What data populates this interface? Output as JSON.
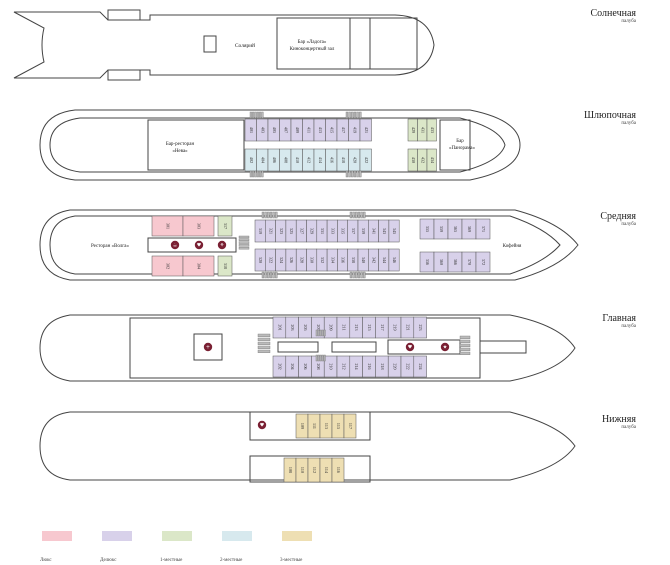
{
  "colors": {
    "lux": "#f7c8cf",
    "deluxe": "#d8d1ea",
    "single": "#dbe7c8",
    "double": "#d7e9ee",
    "triple": "#eedfb3",
    "hull": "#ffffff",
    "stroke": "#444444",
    "accent": "#7a2033"
  },
  "decks": [
    {
      "name": "Солнечная",
      "sub": "палуба"
    },
    {
      "name": "Шлюпочная",
      "sub": "палуба"
    },
    {
      "name": "Средняя",
      "sub": "палуба"
    },
    {
      "name": "Главная",
      "sub": "палуба"
    },
    {
      "name": "Нижняя",
      "sub": "палуба"
    }
  ],
  "places": {
    "solarium": "Солярий",
    "bar_ladoga": "Бар «Ладога»\nКиноконцертный зал",
    "bar_neva": "Бар-ресторан\n«Нева»",
    "bar_panorama": "Бар\n«Панорама»",
    "restaurant_volga": "Ресторан «Волга»",
    "coffee": "Кофейня"
  },
  "cabins": {
    "boat_top_lux": [
      "401",
      "403",
      "405",
      "407",
      "409",
      "411",
      "413",
      "415",
      "417",
      "419",
      "421"
    ],
    "boat_bottom_lux": [
      "402",
      "404",
      "406",
      "408",
      "410",
      "412",
      "414",
      "416",
      "418",
      "420",
      "422"
    ],
    "boat_right_top": [
      "429",
      "431",
      "433"
    ],
    "boat_right_bottom": [
      "430",
      "432",
      "434"
    ],
    "mid_left_top": [
      "301",
      "303"
    ],
    "mid_left_top_small": "317",
    "mid_left_bottom": [
      "302",
      "304"
    ],
    "mid_left_bottom_small": "318",
    "mid_top_center": [
      "319",
      "321",
      "323",
      "325",
      "327",
      "329",
      "331",
      "333",
      "335",
      "337",
      "339",
      "341",
      "343",
      "345"
    ],
    "mid_bottom_center": [
      "320",
      "322",
      "324",
      "326",
      "328",
      "330",
      "332",
      "334",
      "336",
      "338",
      "340",
      "342",
      "344",
      "346"
    ],
    "mid_right_top": [
      "355",
      "359",
      "365",
      "369",
      "371"
    ],
    "mid_right_bottom": [
      "356",
      "360",
      "366",
      "370",
      "372"
    ],
    "main_top": [
      "201",
      "203",
      "205",
      "207",
      "209",
      "211",
      "213",
      "215",
      "217",
      "219",
      "221",
      "223"
    ],
    "main_bottom": [
      "202",
      "204",
      "206",
      "208",
      "210",
      "212",
      "214",
      "216",
      "218",
      "220",
      "222",
      "224"
    ],
    "low_top": [
      "109",
      "111",
      "113",
      "115",
      "117"
    ],
    "low_bottom": [
      "108",
      "110",
      "112",
      "114",
      "116"
    ]
  },
  "legend": [
    {
      "label": "Люкс",
      "color": "#f7c8cf"
    },
    {
      "label": "Делюкс",
      "color": "#d8d1ea"
    },
    {
      "label": "1-местные",
      "color": "#dbe7c8"
    },
    {
      "label": "2-местные",
      "color": "#d7e9ee"
    },
    {
      "label": "3-местные",
      "color": "#eedfb3"
    }
  ]
}
